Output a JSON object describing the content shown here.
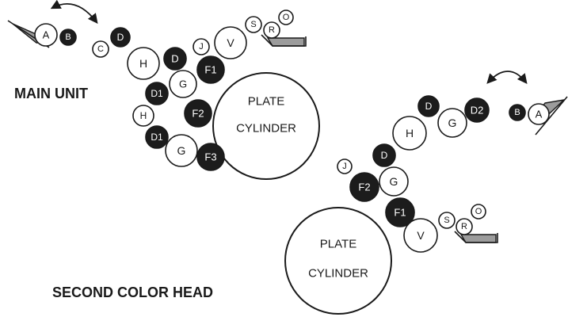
{
  "titles": {
    "main_unit": "MAIN UNIT",
    "second_head": "SECOND COLOR HEAD"
  },
  "main_unit": {
    "plate_cylinder": {
      "line1": "PLATE",
      "line2": "CYLINDER"
    },
    "rollers": {
      "A": "A",
      "B": "B",
      "C": "C",
      "D_top": "D",
      "H_top": "H",
      "D_mid": "D",
      "J": "J",
      "V": "V",
      "S": "S",
      "R": "R",
      "O": "O",
      "F1": "F1",
      "G_top": "G",
      "D1_top": "D1",
      "F2": "F2",
      "H_low": "H",
      "D1_low": "D1",
      "G_low": "G",
      "F3": "F3"
    }
  },
  "second_head": {
    "plate_cylinder": {
      "line1": "PLATE",
      "line2": "CYLINDER"
    },
    "rollers": {
      "A": "A",
      "B": "B",
      "D2": "D2",
      "G_top": "G",
      "D_top": "D",
      "H": "H",
      "D_low": "D",
      "J": "J",
      "F2": "F2",
      "G_low": "G",
      "F1": "F1",
      "V": "V",
      "S": "S",
      "R": "R",
      "O": "O"
    }
  },
  "colors": {
    "ink": "#1c1c1c",
    "pan_fill": "#9c9c9c",
    "paper": "#ffffff"
  },
  "icons": {
    "swing_arrow": "double-headed-curved-arrow-icon",
    "ink_pan": "ink-fountain-pan-icon"
  }
}
